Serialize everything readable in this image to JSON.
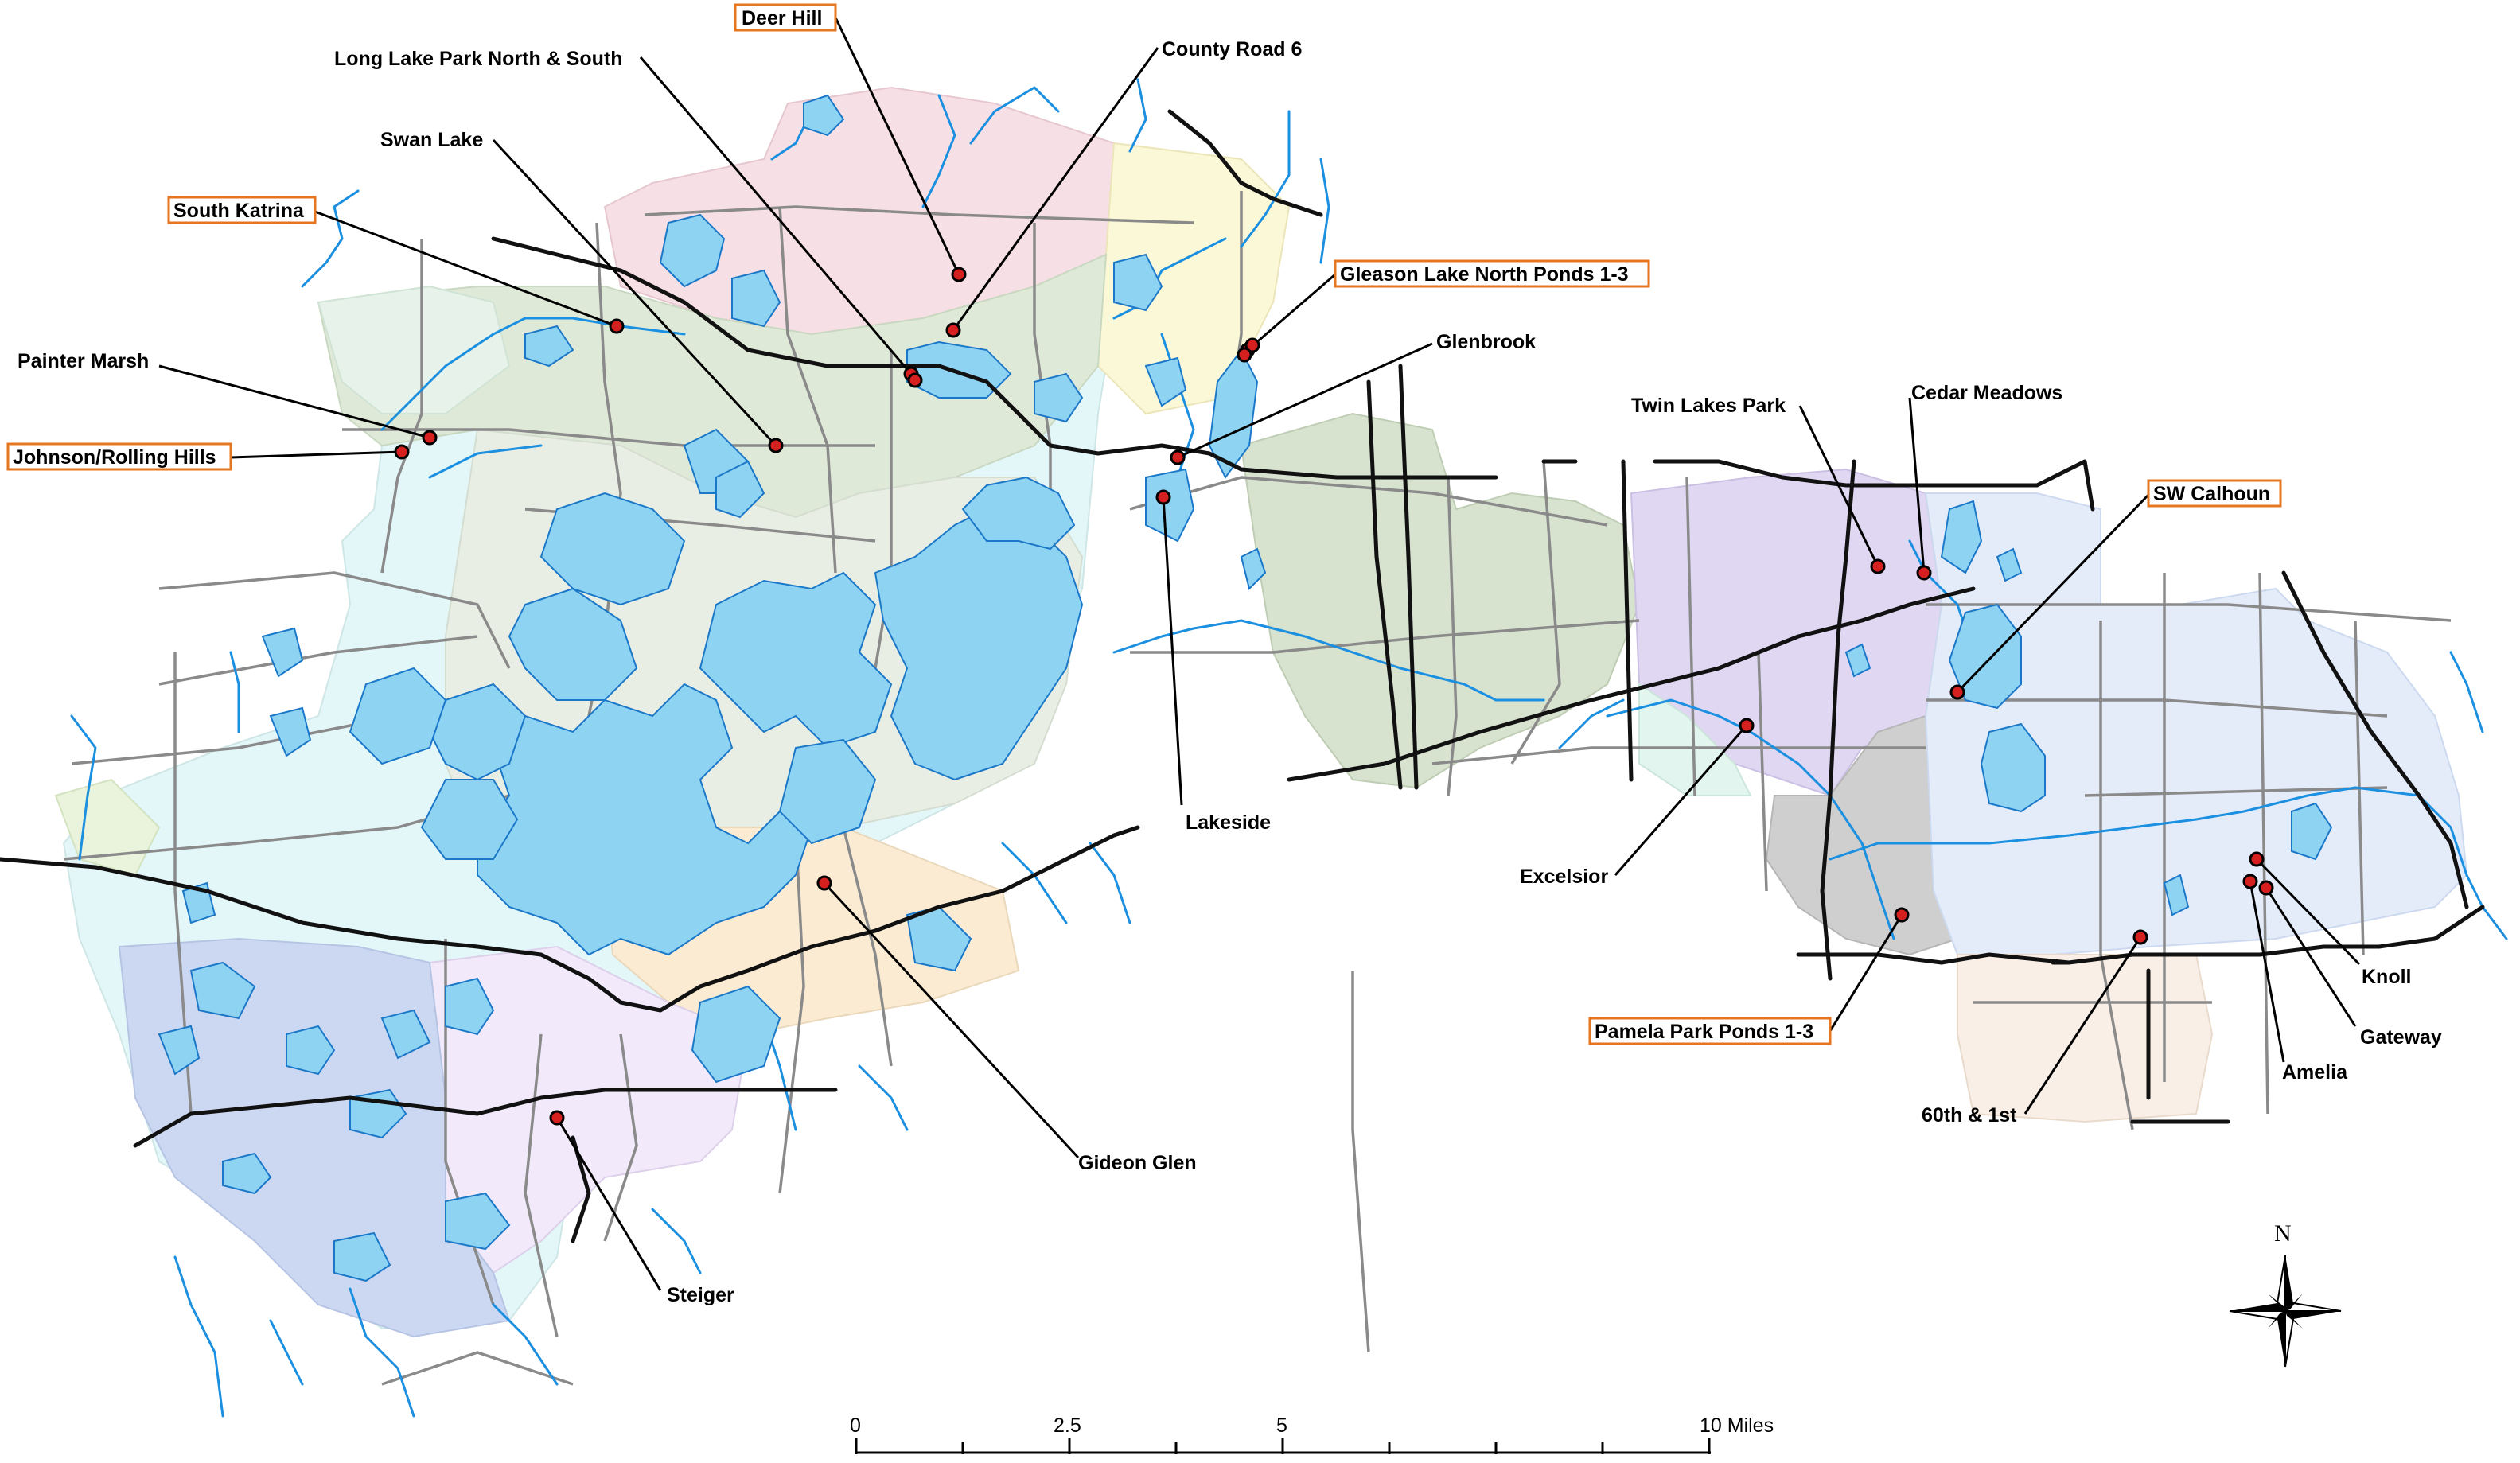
{
  "sites": [
    {
      "id": "deer-hill",
      "label": "Deer Hill",
      "boxed": true
    },
    {
      "id": "county-road-6",
      "label": "County Road 6",
      "boxed": false
    },
    {
      "id": "long-lake-park",
      "label": "Long Lake Park North & South",
      "boxed": false
    },
    {
      "id": "swan-lake",
      "label": "Swan Lake",
      "boxed": false
    },
    {
      "id": "south-katrina",
      "label": "South Katrina",
      "boxed": true
    },
    {
      "id": "painter-marsh",
      "label": "Painter Marsh",
      "boxed": false
    },
    {
      "id": "johnson-rolling-hills",
      "label": "Johnson/Rolling Hills",
      "boxed": true
    },
    {
      "id": "gleason-lake",
      "label": "Gleason Lake North Ponds 1-3",
      "boxed": true
    },
    {
      "id": "glenbrook",
      "label": "Glenbrook",
      "boxed": false
    },
    {
      "id": "lakeside",
      "label": "Lakeside",
      "boxed": false
    },
    {
      "id": "twin-lakes-park",
      "label": "Twin Lakes Park",
      "boxed": false
    },
    {
      "id": "cedar-meadows",
      "label": "Cedar Meadows",
      "boxed": false
    },
    {
      "id": "sw-calhoun",
      "label": "SW Calhoun",
      "boxed": true
    },
    {
      "id": "excelsior",
      "label": "Excelsior",
      "boxed": false
    },
    {
      "id": "pamela-park",
      "label": "Pamela Park Ponds 1-3",
      "boxed": true
    },
    {
      "id": "sixtieth-first",
      "label": "60th & 1st",
      "boxed": false
    },
    {
      "id": "knoll",
      "label": "Knoll",
      "boxed": false
    },
    {
      "id": "gateway",
      "label": "Gateway",
      "boxed": false
    },
    {
      "id": "amelia",
      "label": "Amelia",
      "boxed": false
    },
    {
      "id": "gideon-glen",
      "label": "Gideon Glen",
      "boxed": false
    },
    {
      "id": "steiger",
      "label": "Steiger",
      "boxed": false
    }
  ],
  "scale_bar": {
    "ticks": [
      "0",
      "2.5",
      "5",
      "10 Miles"
    ]
  },
  "north_arrow": {
    "label": "N",
    "icon": "compass-rose-icon"
  },
  "colors": {
    "water": "#8fd3f2",
    "water_outline": "#1b78c8",
    "stream": "#1b8fe0",
    "site_marker": "#d61f1f",
    "label_box_border": "#e8761f"
  }
}
